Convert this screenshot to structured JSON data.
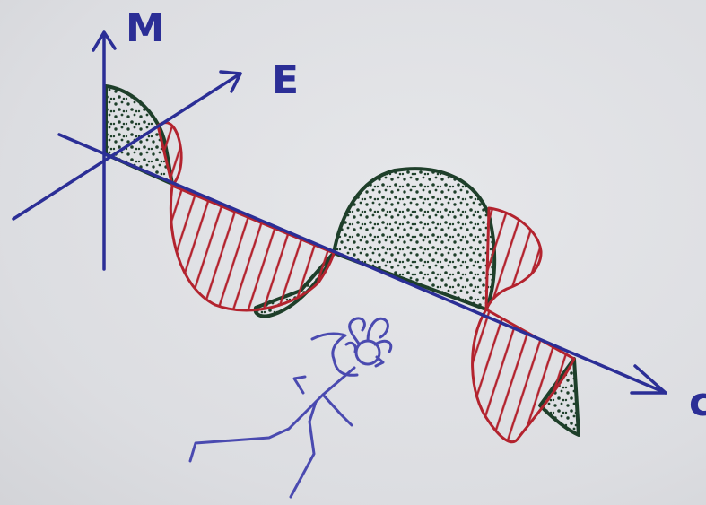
{
  "labels": {
    "m_axis": "M",
    "e_axis": "E",
    "propagation_axis": "c"
  },
  "colors": {
    "background": "#dedfe3",
    "axes_ink": "#2b2e96",
    "electric_wave": "#b3232e",
    "magnetic_wave": "#1e3f2a",
    "stick_figure_ink": "#4a4ab0"
  },
  "icons": {
    "stick_figure": "running-person-icon"
  }
}
